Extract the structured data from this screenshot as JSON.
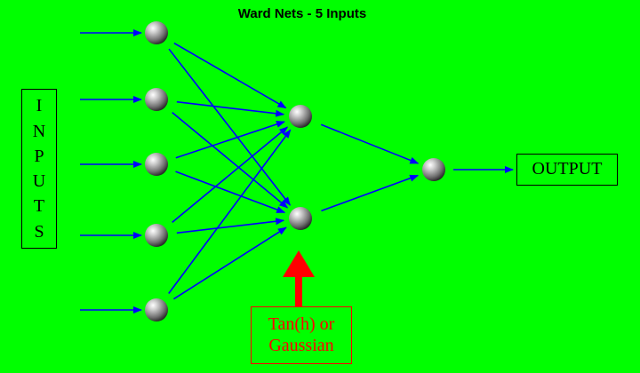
{
  "title": "Ward Nets - 5 Inputs",
  "inputs_label": [
    "I",
    "N",
    "P",
    "U",
    "T",
    "S"
  ],
  "output_label": "OUTPUT",
  "activation_label": {
    "line1": "Tan(h) or",
    "line2": "Gaussian"
  },
  "colors": {
    "background": "#00ff00",
    "connection": "#0000ff",
    "highlight": "#ff0000",
    "neuron": "#808080"
  },
  "network": {
    "input_nodes": 5,
    "hidden_nodes": 2,
    "output_nodes": 1
  }
}
